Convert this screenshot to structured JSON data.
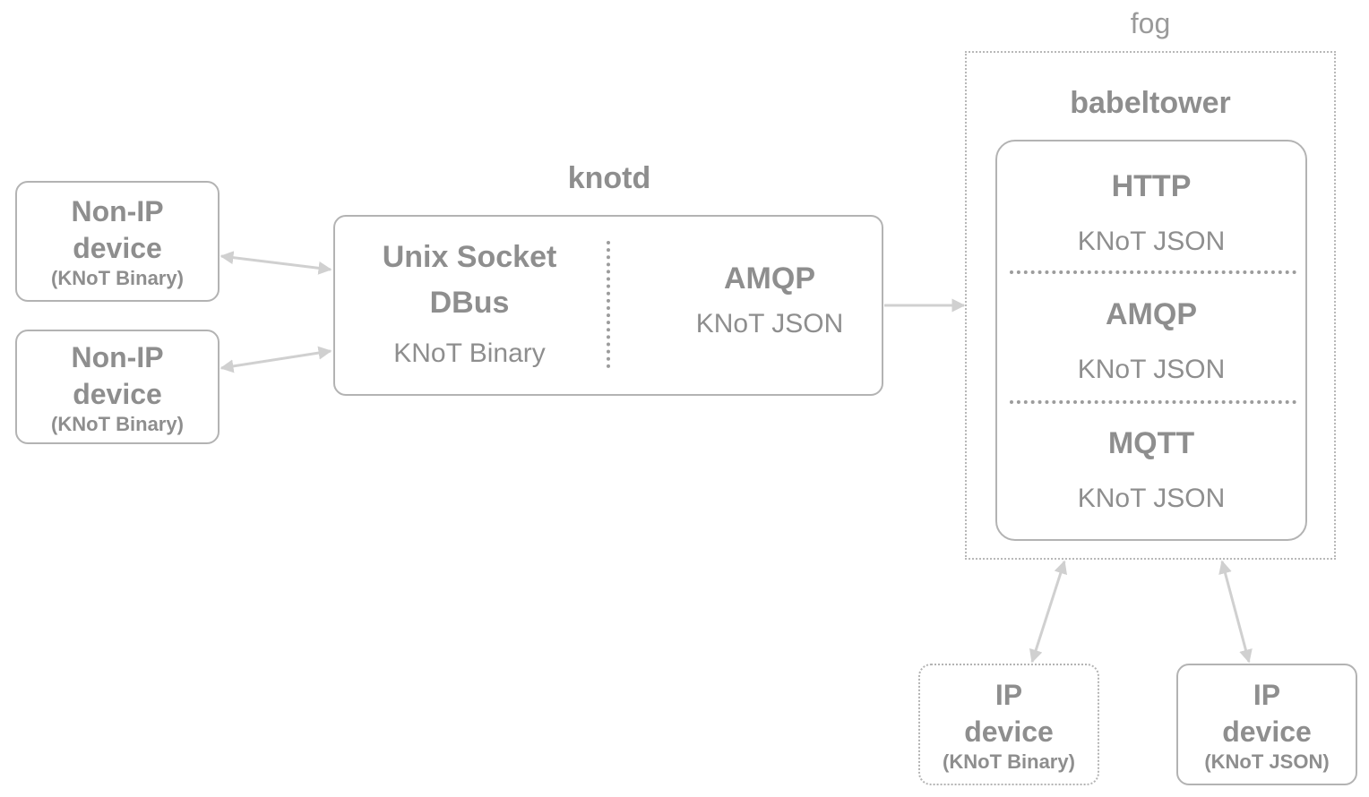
{
  "fog": {
    "label": "fog",
    "babeltower": {
      "label": "babeltower",
      "sections": [
        {
          "protocol": "HTTP",
          "format": "KNoT JSON"
        },
        {
          "protocol": "AMQP",
          "format": "KNoT JSON"
        },
        {
          "protocol": "MQTT",
          "format": "KNoT JSON"
        }
      ]
    }
  },
  "knotd": {
    "label": "knotd",
    "left": {
      "line1": "Unix Socket",
      "line2": "DBus",
      "format": "KNoT Binary"
    },
    "right": {
      "protocol": "AMQP",
      "format": "KNoT JSON"
    }
  },
  "devices": {
    "nonip1": {
      "line1": "Non-IP",
      "line2": "device",
      "format": "(KNoT Binary)"
    },
    "nonip2": {
      "line1": "Non-IP",
      "line2": "device",
      "format": "(KNoT Binary)"
    },
    "ip1": {
      "line1": "IP",
      "line2": "device",
      "format": "(KNoT Binary)"
    },
    "ip2": {
      "line1": "IP",
      "line2": "device",
      "format": "(KNoT JSON)"
    }
  },
  "colors": {
    "text": "#8e8e8e",
    "border": "#b3b3b3",
    "arrow": "#d0d0d0",
    "big_arrow": "#8e8e8e"
  }
}
